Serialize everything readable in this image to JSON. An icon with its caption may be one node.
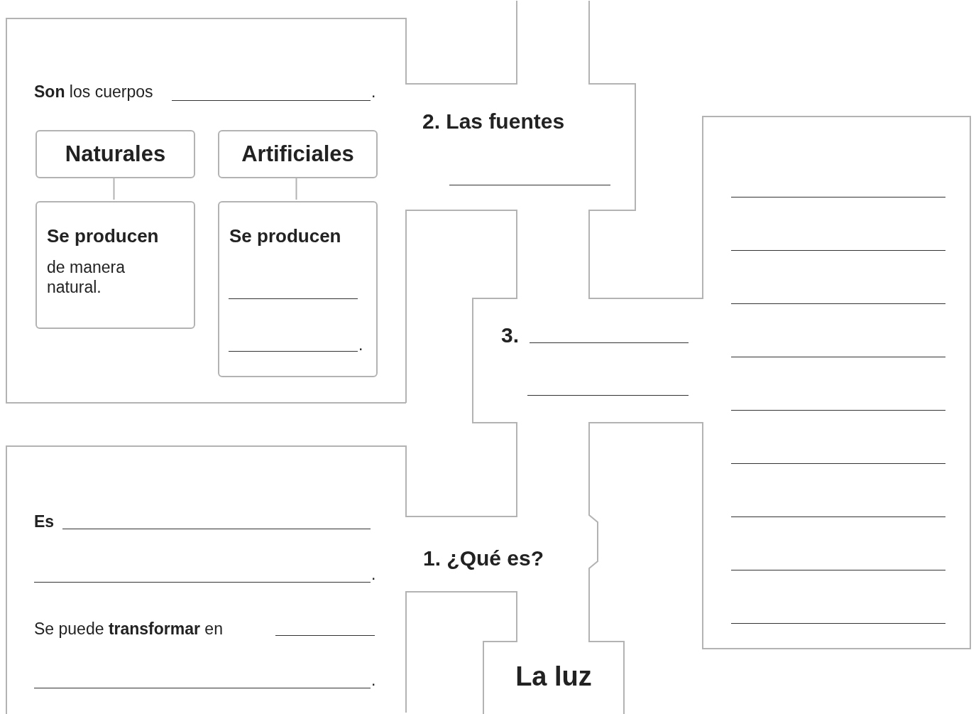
{
  "diagram": {
    "nodes": [
      {
        "text": [
          "**Son** los cuerpos",
          "."
        ]
      },
      {
        "text": [
          "Naturales"
        ],
        "in": 0
      },
      {
        "text": [
          "Artificiales"
        ],
        "in": 0
      },
      {
        "text": [
          "Se producen",
          "de manera natural."
        ],
        "in": 0
      },
      {
        "text": [
          "Se producen",
          "."
        ],
        "in": 0
      },
      {
        "text": [
          "2. Las fuentes"
        ]
      },
      {
        "text": [
          "3."
        ]
      },
      {
        "text": [],
        "shape": "box"
      },
      {
        "text": [
          "**Es**",
          ".",
          "Se puede **transformar** en",
          "."
        ]
      },
      {
        "text": [
          "1. ¿Qué es?"
        ]
      },
      {
        "text": [
          "La luz"
        ]
      }
    ],
    "edges": [
      {
        "from": 1,
        "to": 3,
        "arrow": "none"
      },
      {
        "from": 2,
        "to": 4,
        "arrow": "none"
      }
    ]
  }
}
